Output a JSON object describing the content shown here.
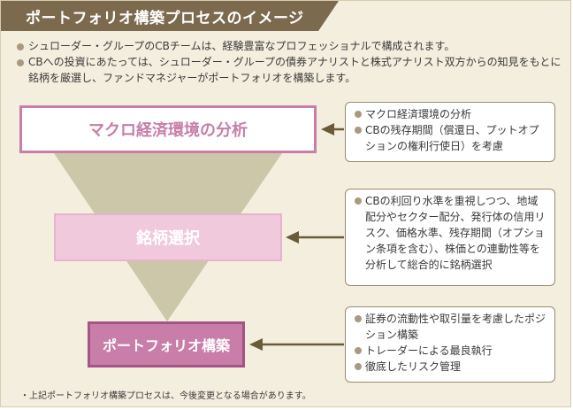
{
  "header": {
    "title": "ポートフォリオ構築プロセスのイメージ"
  },
  "intro": [
    "シュローダー・グループのCBチームは、経験豊富なプロフェッショナルで構成されます。",
    "CBへの投資にあたっては、シュローダー・グループの債券アナリストと株式アナリスト双方からの知見をもとに銘柄を厳選し、ファンドマネジャーがポートフォリオを構築します。"
  ],
  "stages": [
    {
      "label": "マクロ経済環境の分析"
    },
    {
      "label": "銘柄選択"
    },
    {
      "label": "ポートフォリオ構築"
    }
  ],
  "notes": [
    {
      "items": [
        "マクロ経済環境の分析",
        "CBの残存期間（償還日、プットオプションの権利行使日）を考慮"
      ]
    },
    {
      "items": [
        "CBの利回り水準を重視しつつ、地域配分やセクター配分、発行体の信用リスク、価格水準、残存期間（オプション条項を含む）、株価との連動性等を分析して総合的に銘柄選択"
      ]
    },
    {
      "items": [
        "証券の流動性や取引量を考慮したポジション構築",
        "トレーダーによる最良執行",
        "徹底したリスク管理"
      ]
    }
  ],
  "footnote": "・上記ポートフォリオ構築プロセスは、今後変更となる場合があります。",
  "colors": {
    "background": "#f4eedf",
    "header": "#7b6a4e",
    "funnel": "#ccc7a8",
    "stage_light": "#f0c9dc",
    "stage_dark": "#c87ea8",
    "arrow": "#6b5a3a"
  }
}
